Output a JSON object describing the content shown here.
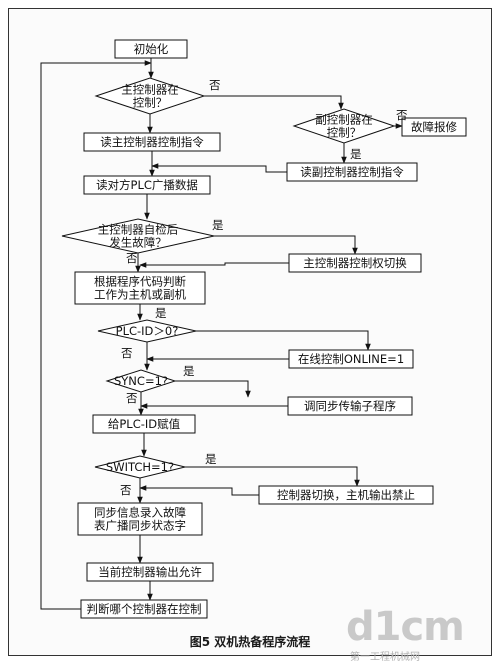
{
  "figure": {
    "caption": "图5  双机热备程序流程"
  },
  "nodes": [
    {
      "id": "init",
      "text": "初始化"
    },
    {
      "id": "d_main",
      "text": "主控制器在控制？"
    },
    {
      "id": "d_sub",
      "text": "副控制器在控制？"
    },
    {
      "id": "fault_report",
      "text": "故障报修"
    },
    {
      "id": "read_main_cmd",
      "text": "读主控制器控制指令"
    },
    {
      "id": "read_sub_cmd",
      "text": "读副控制器控制指令"
    },
    {
      "id": "read_plc",
      "text": "读对方PLC广播数据"
    },
    {
      "id": "d_selfcheck",
      "text": "主控制器自检后发生故障？"
    },
    {
      "id": "switch_auth",
      "text": "主控制器控制权切换"
    },
    {
      "id": "judge_role",
      "text": "根据程序代码判断工作为主机或副机"
    },
    {
      "id": "d_plcid",
      "text": "PLC-ID＞0?"
    },
    {
      "id": "online",
      "text": "在线控制ONLINE=1"
    },
    {
      "id": "d_sync",
      "text": "SYNC=1?"
    },
    {
      "id": "sync_sub",
      "text": "调同步传输子程序"
    },
    {
      "id": "assign_plcid",
      "text": "给PLC-ID赋值"
    },
    {
      "id": "d_switch",
      "text": "SWITCH=1?"
    },
    {
      "id": "ctrl_switch",
      "text": "控制器切换，主机输出禁止"
    },
    {
      "id": "sync_info",
      "text": "同步信息录入故障表广播同步状态字"
    },
    {
      "id": "output_allow",
      "text": "当前控制器输出允许"
    },
    {
      "id": "judge_ctrl",
      "text": "判断哪个控制器在控制"
    }
  ],
  "labels": {
    "yes": "是",
    "no": "否"
  },
  "watermark": {
    "logo": "d1cm",
    "text": "第一工程机械网"
  }
}
